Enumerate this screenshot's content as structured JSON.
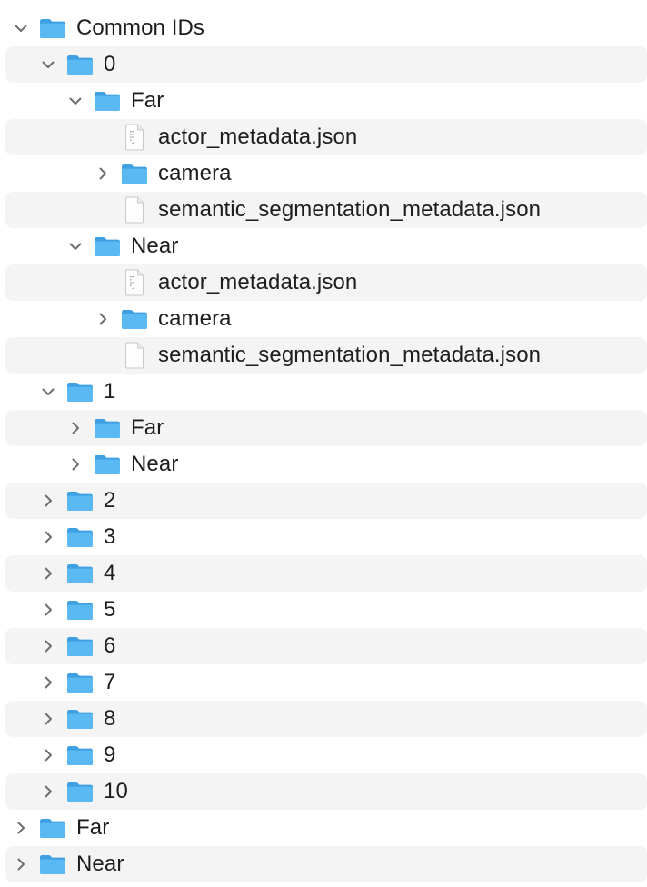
{
  "colors": {
    "folder_front": "#5ab8f2",
    "folder_back": "#3ea0e3",
    "chevron": "#6e6e73",
    "stripe": "#f4f4f4",
    "text": "#1d1d1f"
  },
  "tree": [
    {
      "label": "Common IDs",
      "depth": 0,
      "type": "folder",
      "expanded": true
    },
    {
      "label": "0",
      "depth": 1,
      "type": "folder",
      "expanded": true
    },
    {
      "label": "Far",
      "depth": 2,
      "type": "folder",
      "expanded": true
    },
    {
      "label": "actor_metadata.json",
      "depth": 3,
      "type": "json-file",
      "expanded": null
    },
    {
      "label": "camera",
      "depth": 3,
      "type": "folder",
      "expanded": false
    },
    {
      "label": "semantic_segmentation_metadata.json",
      "depth": 3,
      "type": "file",
      "expanded": null
    },
    {
      "label": "Near",
      "depth": 2,
      "type": "folder",
      "expanded": true
    },
    {
      "label": "actor_metadata.json",
      "depth": 3,
      "type": "json-file",
      "expanded": null
    },
    {
      "label": "camera",
      "depth": 3,
      "type": "folder",
      "expanded": false
    },
    {
      "label": "semantic_segmentation_metadata.json",
      "depth": 3,
      "type": "file",
      "expanded": null
    },
    {
      "label": "1",
      "depth": 1,
      "type": "folder",
      "expanded": true
    },
    {
      "label": "Far",
      "depth": 2,
      "type": "folder",
      "expanded": false
    },
    {
      "label": "Near",
      "depth": 2,
      "type": "folder",
      "expanded": false
    },
    {
      "label": "2",
      "depth": 1,
      "type": "folder",
      "expanded": false
    },
    {
      "label": "3",
      "depth": 1,
      "type": "folder",
      "expanded": false
    },
    {
      "label": "4",
      "depth": 1,
      "type": "folder",
      "expanded": false
    },
    {
      "label": "5",
      "depth": 1,
      "type": "folder",
      "expanded": false
    },
    {
      "label": "6",
      "depth": 1,
      "type": "folder",
      "expanded": false
    },
    {
      "label": "7",
      "depth": 1,
      "type": "folder",
      "expanded": false
    },
    {
      "label": "8",
      "depth": 1,
      "type": "folder",
      "expanded": false
    },
    {
      "label": "9",
      "depth": 1,
      "type": "folder",
      "expanded": false
    },
    {
      "label": "10",
      "depth": 1,
      "type": "folder",
      "expanded": false
    },
    {
      "label": "Far",
      "depth": 0,
      "type": "folder",
      "expanded": false
    },
    {
      "label": "Near",
      "depth": 0,
      "type": "folder",
      "expanded": false
    }
  ]
}
